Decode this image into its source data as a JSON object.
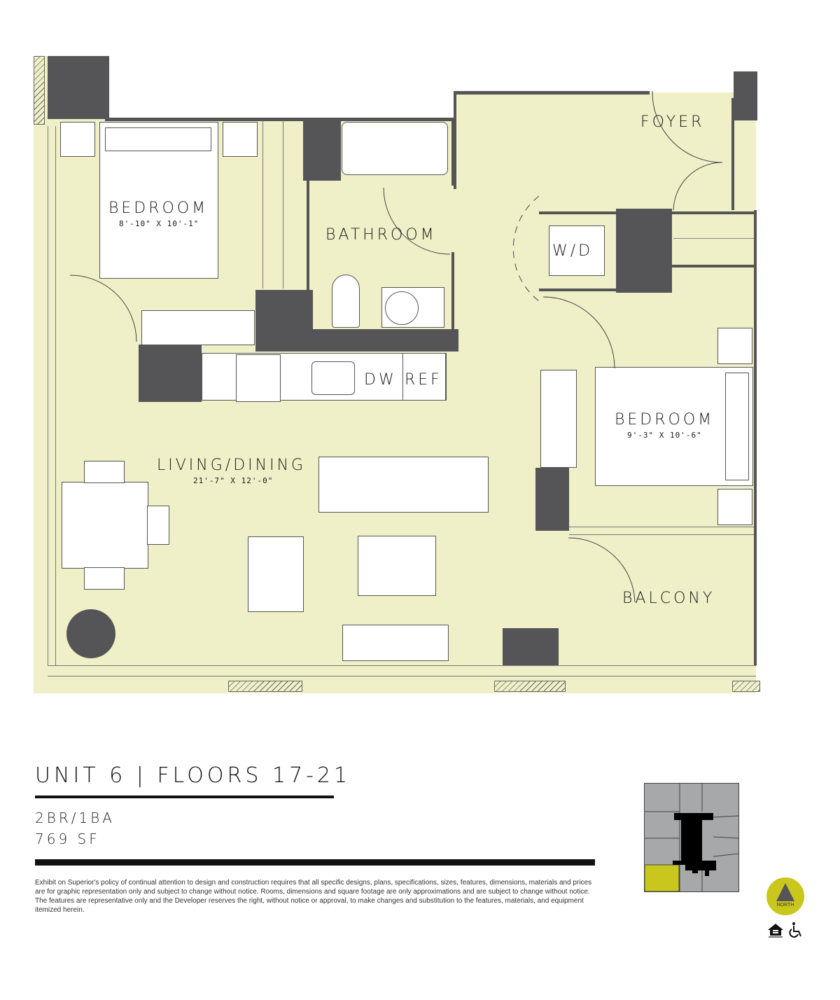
{
  "floorplan": {
    "rooms": [
      {
        "id": "bedroom-1",
        "name": "BEDROOM",
        "dimensions": "8'-10\" X 10'-1\""
      },
      {
        "id": "bathroom",
        "name": "BATHROOM",
        "dimensions": ""
      },
      {
        "id": "foyer",
        "name": "FOYER",
        "dimensions": ""
      },
      {
        "id": "wd",
        "name": "W/D",
        "dimensions": ""
      },
      {
        "id": "kitchen-dw",
        "name": "DW",
        "dimensions": ""
      },
      {
        "id": "kitchen-ref",
        "name": "REF",
        "dimensions": ""
      },
      {
        "id": "bedroom-2",
        "name": "BEDROOM",
        "dimensions": "9'-3\" X 10'-6\""
      },
      {
        "id": "living-dining",
        "name": "LIVING/DINING",
        "dimensions": "21'-7\" X 12'-0\""
      },
      {
        "id": "balcony",
        "name": "BALCONY",
        "dimensions": ""
      }
    ],
    "colors": {
      "floor": "#eff0c8",
      "structure": "#555557",
      "furniture": "#ffffff"
    }
  },
  "unit": {
    "title": "UNIT 6 | FLOORS 17-21",
    "bed_bath": "2BR/1BA",
    "area": "769 SF"
  },
  "disclaimer": "Exhibit on Superior's policy of continual attention to design and construction requires that all specific designs, plans, specifications, sizes, features, dimensions, materials and prices are for graphic representation only and subject to change without notice. Rooms, dimensions and square footage are only approximations and are subject to change without notice. The features are representative only and the Developer reserves the right, without notice or approval, to make changes and substitution to the features, materials, and equipment itemized herein.",
  "key_plan": {
    "highlight_color": "#c9c61e",
    "unit_color": "#a7a8aa",
    "core_color": "#000000"
  },
  "compass": {
    "label": "NORTH",
    "color": "#c9c61e"
  },
  "icons": {
    "equal_housing": "equal-housing-icon",
    "accessibility": "wheelchair-icon"
  }
}
